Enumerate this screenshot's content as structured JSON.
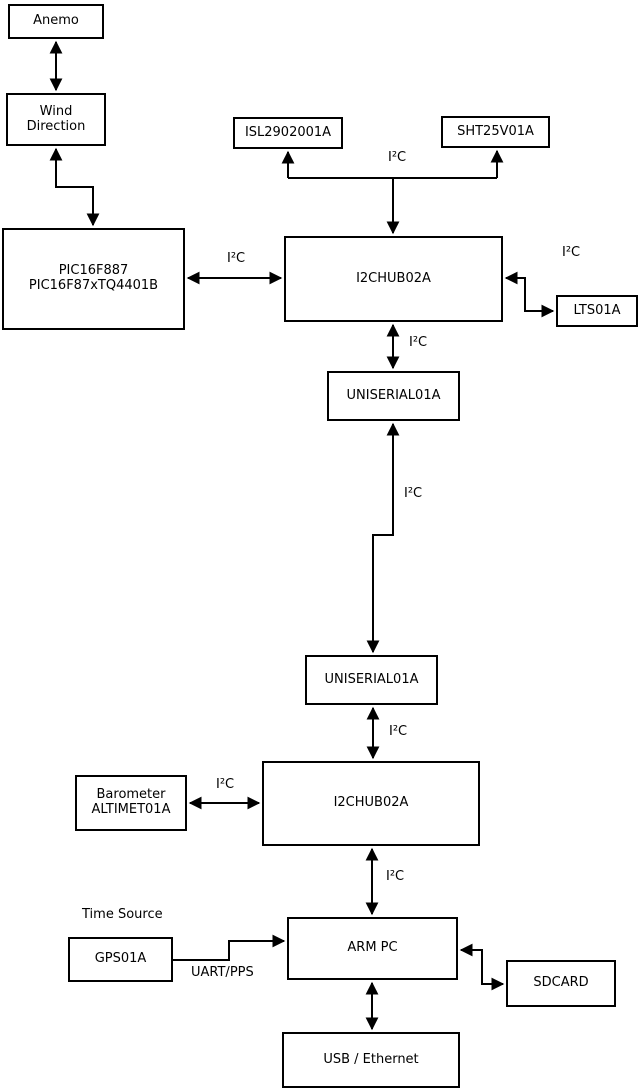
{
  "nodes": {
    "anemo": {
      "label": "Anemo"
    },
    "wind_direction": {
      "label": "Wind\nDirection"
    },
    "pic": {
      "label": "PIC16F887\nPIC16F87xTQ4401B"
    },
    "isl": {
      "label": "ISL2902001A"
    },
    "sht": {
      "label": "SHT25V01A"
    },
    "i2chub_top": {
      "label": "I2CHUB02A"
    },
    "lts": {
      "label": "LTS01A"
    },
    "uniserial_top": {
      "label": "UNISERIAL01A"
    },
    "uniserial_bottom": {
      "label": "UNISERIAL01A"
    },
    "i2chub_bottom": {
      "label": "I2CHUB02A"
    },
    "barometer": {
      "label": "Barometer\nALTIMET01A"
    },
    "gps": {
      "label": "GPS01A"
    },
    "arm_pc": {
      "label": "ARM PC"
    },
    "sdcard": {
      "label": "SDCARD"
    },
    "usb_ethernet": {
      "label": "USB / Ethernet"
    }
  },
  "edge_labels": {
    "i2c": "I²C",
    "uart_pps": "UART/PPS",
    "time_source": "Time Source"
  },
  "colors": {
    "line": "#000000",
    "box_border": "#000000",
    "box_fill": "#ffffff",
    "text": "#000000",
    "background": "#ffffff"
  }
}
